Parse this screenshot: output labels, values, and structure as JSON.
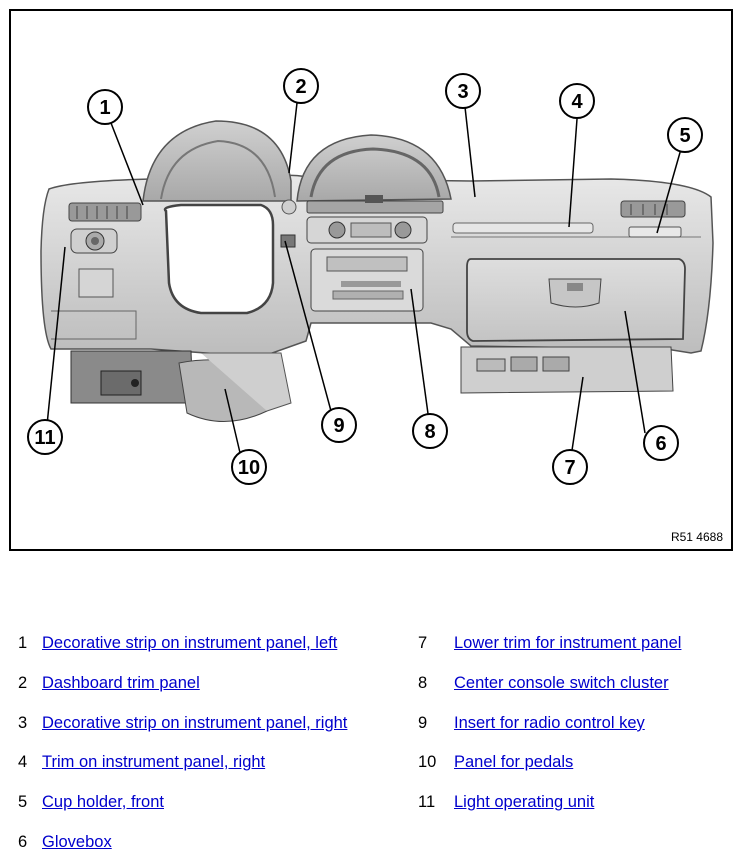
{
  "figure": {
    "reference_code": "R51 4688",
    "callouts": [
      "1",
      "2",
      "3",
      "4",
      "5",
      "6",
      "7",
      "8",
      "9",
      "10",
      "11"
    ]
  },
  "legend": [
    {
      "number": "1",
      "label": "Decorative strip on instrument panel, left"
    },
    {
      "number": "2",
      "label": "Dashboard trim panel"
    },
    {
      "number": "3",
      "label": "Decorative strip on instrument panel, right"
    },
    {
      "number": "4",
      "label": "Trim on instrument panel, right"
    },
    {
      "number": "5",
      "label": "Cup holder, front"
    },
    {
      "number": "6",
      "label": "Glovebox"
    },
    {
      "number": "7",
      "label": "Lower trim for instrument panel"
    },
    {
      "number": "8",
      "label": "Center console switch cluster"
    },
    {
      "number": "9",
      "label": "Insert for radio control key"
    },
    {
      "number": "10",
      "label": "Panel for pedals"
    },
    {
      "number": "11",
      "label": "Light operating unit"
    }
  ]
}
